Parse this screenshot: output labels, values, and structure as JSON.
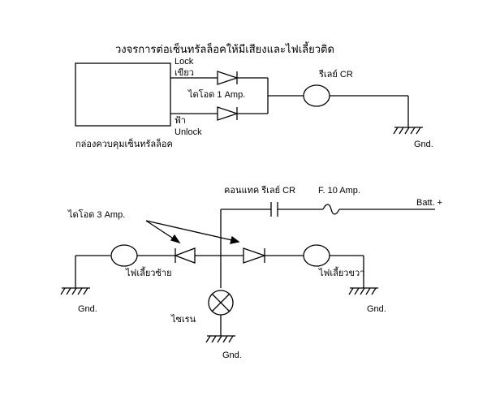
{
  "top_diagram": {
    "title": "วงจรการต่อเซ็นทรัลล็อคให้มีเสียงและไฟเลี้ยวติด",
    "lock_label": "Lock",
    "lock_wire_color": "เขียว",
    "diode_label": "ไดโอด 1 Amp.",
    "unlock_wire_color": "ฟ้า",
    "unlock_label": "Unlock",
    "control_box_label": "กล่องควบคุมเซ็นทรัลล็อค",
    "relay_label": "รีเลย์ CR",
    "ground_label": "Gnd."
  },
  "bottom_diagram": {
    "contact_label": "คอนแทค รีเลย์ CR",
    "fuse_label": "F. 10 Amp.",
    "battery_label": "Batt. +",
    "diode_label": "ไดโอด 3 Amp.",
    "left_lamp_label": "ไฟเลี้ยวซ้าย",
    "right_lamp_label": "ไฟเลี้ยวขวา",
    "siren_label": "ไซเรน",
    "ground_left_label": "Gnd.",
    "ground_right_label": "Gnd.",
    "ground_center_label": "Gnd."
  }
}
